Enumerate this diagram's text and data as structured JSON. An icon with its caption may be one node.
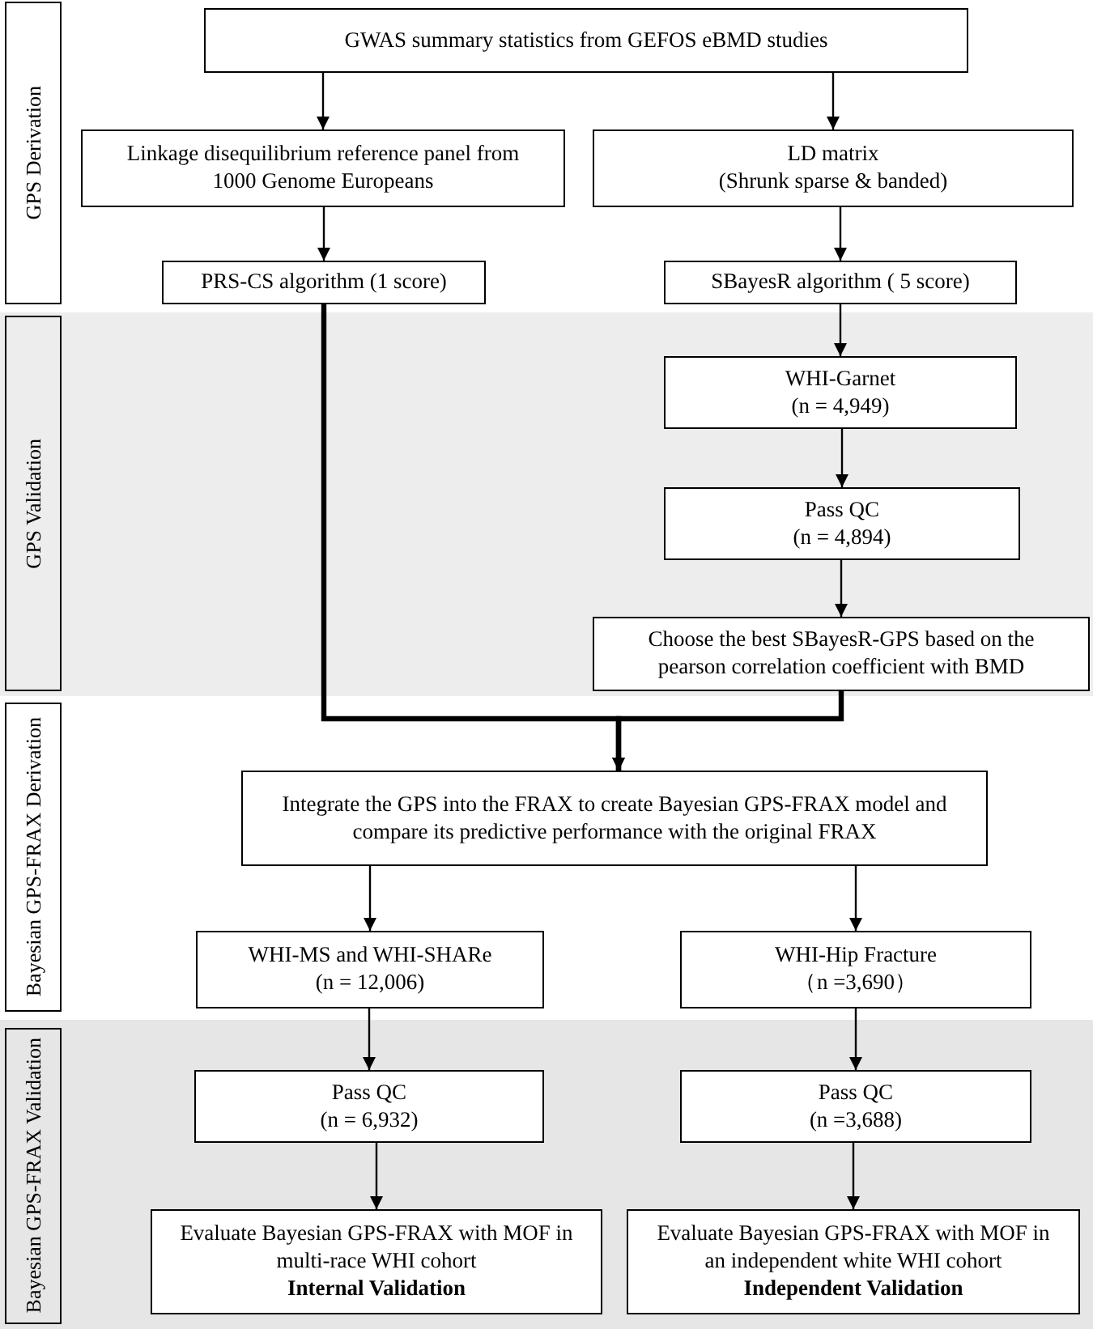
{
  "diagram": {
    "nodes": [
      {
        "text": [
          "GPS Derivation"
        ]
      },
      {
        "text": [
          "GWAS summary statistics from GEFOS eBMD studies"
        ]
      },
      {
        "text": [
          "Linkage disequilibrium reference panel from 1000 Genome Europeans"
        ]
      },
      {
        "text": [
          "LD matrix",
          "(Shrunk sparse & banded)"
        ]
      },
      {
        "text": [
          "PRS-CS algorithm (1 score)"
        ]
      },
      {
        "text": [
          "SBayesR algorithm ( 5 score)"
        ]
      },
      {
        "text": [
          "GPS Validation"
        ]
      },
      {
        "text": [
          "WHI-Garnet",
          "(n = 4,949)"
        ]
      },
      {
        "text": [
          "Pass QC",
          "(n = 4,894)"
        ]
      },
      {
        "text": [
          "Choose the best SBayesR-GPS based on the pearson correlation coefficient with BMD"
        ]
      },
      {
        "text": [
          "Bayesian GPS-FRAX Derivation"
        ]
      },
      {
        "text": [
          "Integrate the GPS into the FRAX to create Bayesian GPS-FRAX model and compare its predictive performance with the original FRAX"
        ]
      },
      {
        "text": [
          "WHI-MS and WHI-SHARe",
          "(n = 12,006)"
        ]
      },
      {
        "text": [
          "WHI-Hip Fracture",
          "（n =3,690）"
        ]
      },
      {
        "text": [
          "Bayesian GPS-FRAX Validation"
        ]
      },
      {
        "text": [
          "Pass QC",
          "(n = 6,932)"
        ]
      },
      {
        "text": [
          "Pass QC",
          "(n =3,688)"
        ]
      },
      {
        "text": [
          "Evaluate Bayesian GPS-FRAX with MOF in multi-race WHI cohort",
          "Internal Validation"
        ]
      },
      {
        "text": [
          "Evaluate Bayesian GPS-FRAX with MOF in an independent white WHI cohort",
          "Independent Validation"
        ]
      }
    ],
    "edges": [
      {
        "from": 1,
        "to": 2,
        "arrow": "to"
      },
      {
        "from": 1,
        "to": 3,
        "arrow": "to"
      },
      {
        "from": 2,
        "to": 4,
        "arrow": "to"
      },
      {
        "from": 3,
        "to": 5,
        "arrow": "to"
      },
      {
        "from": 5,
        "to": 7,
        "arrow": "to"
      },
      {
        "from": 7,
        "to": 8,
        "arrow": "to"
      },
      {
        "from": 8,
        "to": 9,
        "arrow": "to"
      },
      {
        "from": 4,
        "to": 11,
        "arrow": "to",
        "style": "thick"
      },
      {
        "from": 9,
        "to": 11,
        "arrow": "to",
        "style": "thick"
      },
      {
        "from": 11,
        "to": 12,
        "arrow": "to"
      },
      {
        "from": 11,
        "to": 13,
        "arrow": "to"
      },
      {
        "from": 12,
        "to": 15,
        "arrow": "to"
      },
      {
        "from": 13,
        "to": 16,
        "arrow": "to"
      },
      {
        "from": 15,
        "to": 17,
        "arrow": "to"
      },
      {
        "from": 16,
        "to": 18,
        "arrow": "to"
      }
    ]
  }
}
